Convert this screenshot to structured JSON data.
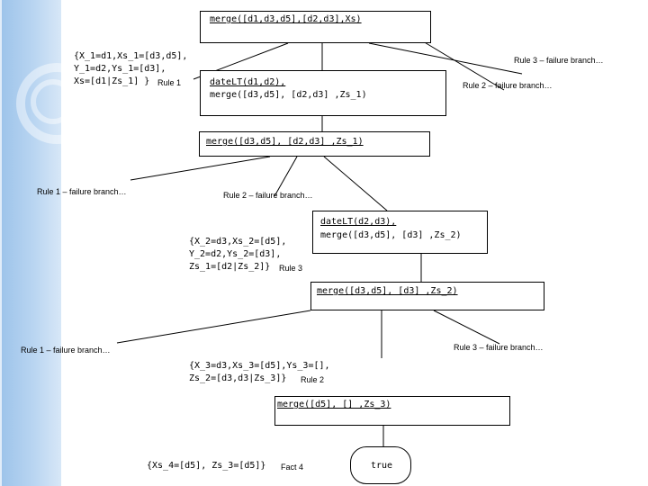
{
  "nodes": {
    "n1": "merge([d1,d3,d5],[d2,d3],Xs)",
    "n2a": "dateLT(d1,d2),",
    "n2b": "merge([d3,d5], [d2,d3] ,Zs_1)",
    "n3": "merge([d3,d5], [d2,d3] ,Zs_1)",
    "n4a": "dateLT(d2,d3),",
    "n4b": "merge([d3,d5], [d3] ,Zs_2)",
    "n5": "merge([d3,d5], [d3] ,Zs_2)",
    "n6": "merge([d5], [] ,Zs_3)",
    "n7": "true"
  },
  "subs": {
    "s1_l1": "{X_1=d1,Xs_1=[d3,d5],",
    "s1_l2": "Y_1=d2,Ys_1=[d3],",
    "s1_l3": "Xs=[d1|Zs_1] }",
    "s1_rule": "Rule 1",
    "s2_l1": "{X_2=d3,Xs_2=[d5],",
    "s2_l2": "Y_2=d2,Ys_2=[d3],",
    "s2_l3": "Zs_1=[d2|Zs_2]}",
    "s2_rule": "Rule 3",
    "s3_l1": "{X_3=d3,Xs_3=[d5],Ys_3=[],",
    "s3_l2": "Zs_2=[d3,d3|Zs_3]}",
    "s3_rule": "Rule 2",
    "s4_l1": "{Xs_4=[d5], Zs_3=[d5]}",
    "s4_rule": "Fact 4"
  },
  "failures": {
    "f1": "Rule 3 – failure branch…",
    "f2": "Rule 2 – failure branch…",
    "f3": "Rule 1 – failure branch…",
    "f4": "Rule 2 – failure branch…",
    "f5": "Rule 1 – failure branch…",
    "f6": "Rule 3 – failure branch…"
  },
  "colors": {
    "band": "#b9d5f1"
  }
}
